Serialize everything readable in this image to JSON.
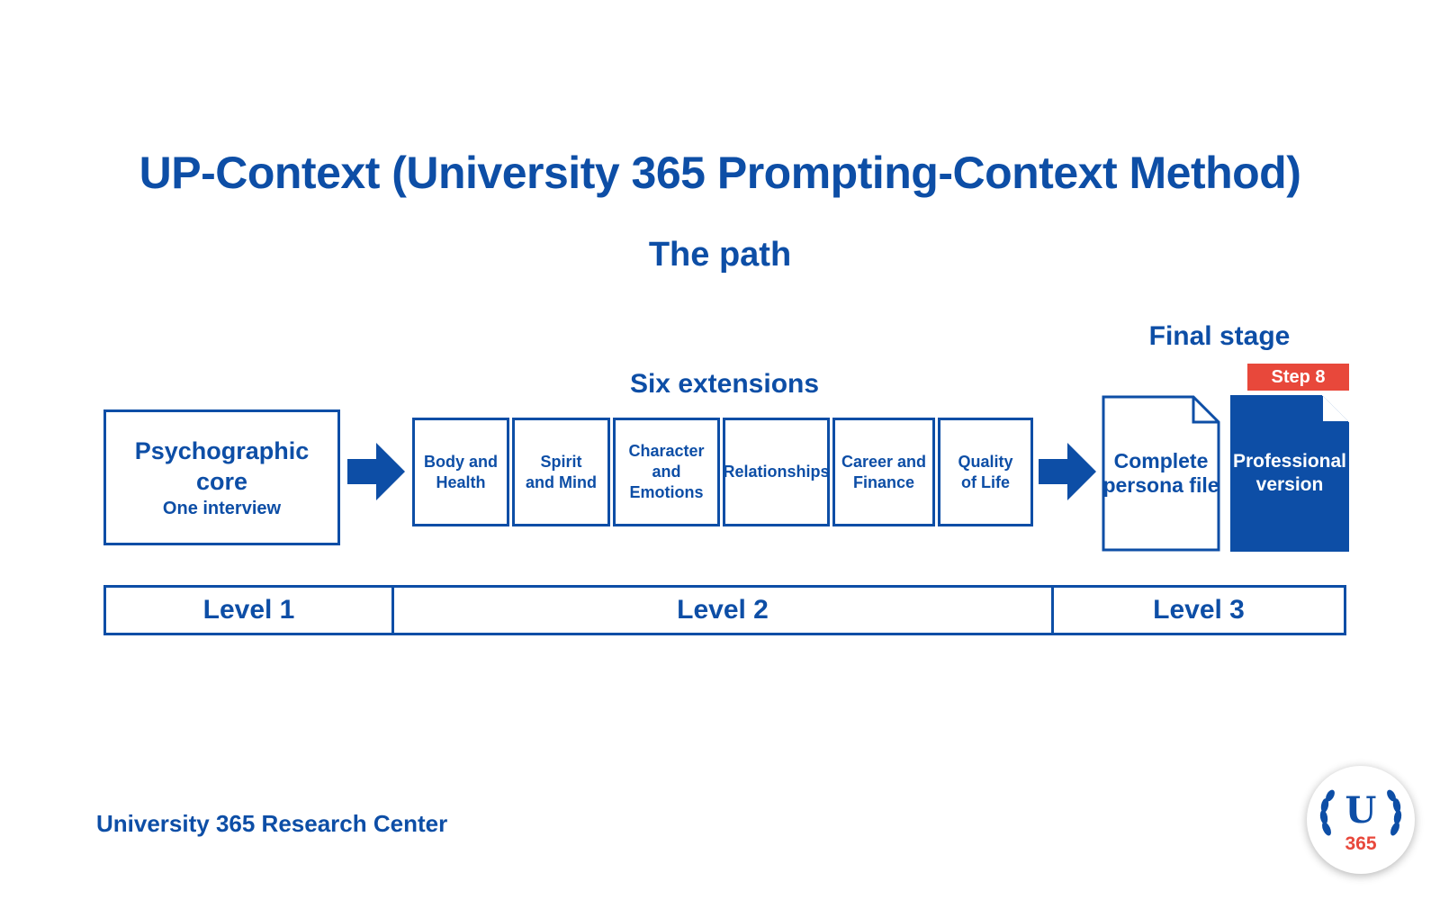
{
  "title": "UP-Context (University 365 Prompting-Context Method)",
  "subtitle": "The path",
  "level1": {
    "core_title": "Psychographic core",
    "core_subtitle": "One interview"
  },
  "level2": {
    "label": "Six extensions",
    "extensions": [
      {
        "line1": "Body and",
        "line2": "Health"
      },
      {
        "line1": "Spirit",
        "line2": "and Mind"
      },
      {
        "line1": "Character",
        "line2": "and Emotions"
      },
      {
        "line1": "Relationships",
        "line2": ""
      },
      {
        "line1": "Career and",
        "line2": "Finance"
      },
      {
        "line1": "Quality",
        "line2": "of Life"
      }
    ]
  },
  "level3": {
    "label": "Final stage",
    "complete_file": {
      "line1": "Complete",
      "line2": "persona file"
    },
    "professional": {
      "line1": "Professional",
      "line2": "version"
    },
    "step_badge": "Step 8"
  },
  "levels": [
    "Level 1",
    "Level 2",
    "Level 3"
  ],
  "footer": "University 365 Research Center",
  "logo": {
    "letter": "U",
    "number": "365"
  },
  "colors": {
    "primary": "#0d4ea6",
    "accent": "#e8483b",
    "background": "#ffffff"
  },
  "icons": [
    "right-arrow-icon",
    "document-icon",
    "laurel-wreath-icon"
  ]
}
